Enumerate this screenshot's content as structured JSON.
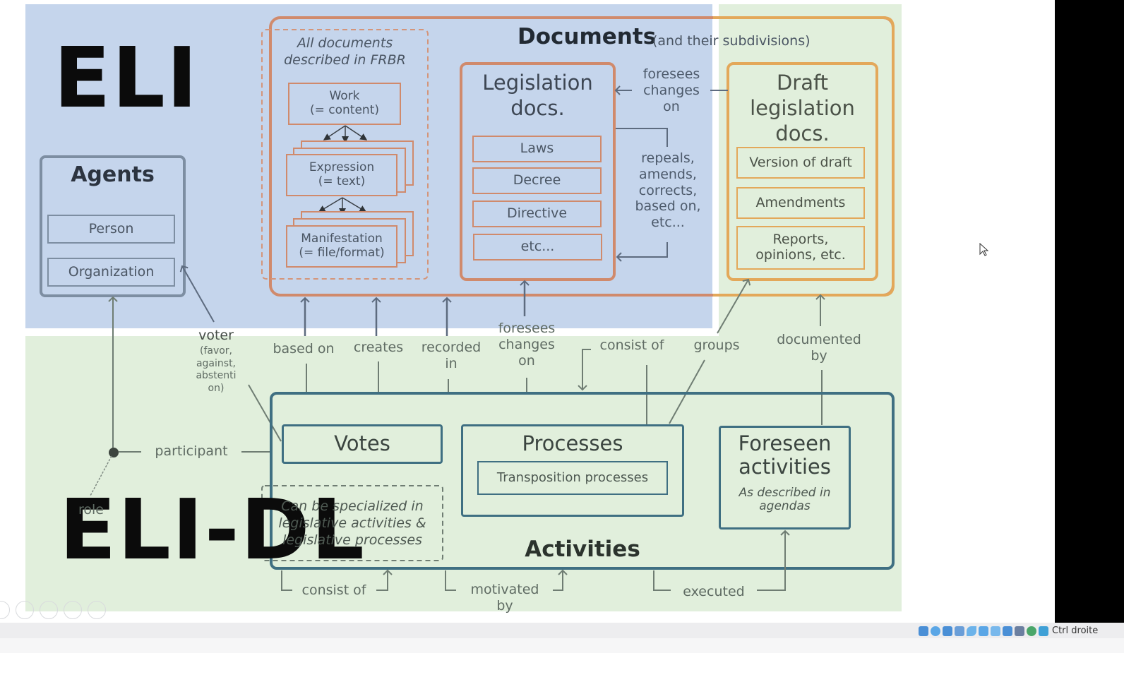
{
  "titles": {
    "eli": "ELI",
    "eli_dl": "ELI-DL"
  },
  "agents": {
    "title": "Agents",
    "items": [
      "Person",
      "Organization"
    ]
  },
  "documents": {
    "title": "Documents",
    "subtitle": "(and their subdivisions)",
    "frbr": {
      "title_line1": "All documents",
      "title_line2": "described in FRBR",
      "work": [
        "Work",
        "(= content)"
      ],
      "expression": [
        "Expression",
        "(= text)"
      ],
      "manifestation": [
        "Manifestation",
        "(= file/format)"
      ]
    },
    "legislation": {
      "title_line1": "Legislation",
      "title_line2": "docs.",
      "items": [
        "Laws",
        "Decree",
        "Directive",
        "etc..."
      ]
    },
    "draft": {
      "title_line1": "Draft",
      "title_line2": "legislation",
      "title_line3": "docs.",
      "items": [
        "Version of draft",
        "Amendments",
        "Reports, opinions, etc."
      ]
    },
    "relations": {
      "foresees": [
        "foresees",
        "changes",
        "on"
      ],
      "repeals": [
        "repeals,",
        "amends,",
        "corrects,",
        "based on,",
        "etc..."
      ]
    }
  },
  "relations": {
    "voter": "voter",
    "voter_note": [
      "(favor,",
      "against,",
      "abstenti",
      "on)"
    ],
    "based_on": "based on",
    "creates": "creates",
    "recorded_in": [
      "recorded",
      "in"
    ],
    "foresees_changes_on": [
      "foresees",
      "changes",
      "on"
    ],
    "consist_of_top": "consist of",
    "groups": "groups",
    "documented_by": [
      "documented",
      "by"
    ],
    "participant": "participant",
    "role": "role",
    "consist_of_bottom": "consist of",
    "motivated_by": [
      "motivated",
      "by"
    ],
    "executed": "executed"
  },
  "activities": {
    "title": "Activities",
    "votes": "Votes",
    "processes": "Processes",
    "transposition": "Transposition processes",
    "foreseen_line1": "Foreseen",
    "foreseen_line2": "activities",
    "foreseen_note": [
      "As described in",
      "agendas"
    ],
    "specialized_note": [
      "Can be specialized in",
      "legislative activities &",
      "legislative processes"
    ]
  },
  "statusbar": {
    "host_key": "Ctrl droite",
    "tray_icons": [
      "hard-disk-icon",
      "optical-drive-icon",
      "audio-icon",
      "network-icon",
      "usb-icon",
      "shared-folders-icon",
      "display-icon",
      "video-capture-icon",
      "cpu-icon",
      "mouse-integration-icon",
      "keyboard-icon"
    ]
  },
  "colors": {
    "eli_zone": "#c5d5ec",
    "eli_dl_zone": "#e1efdc",
    "documents_border": "#d08a6c",
    "draft_border": "#e3a85a",
    "activities_border": "#3f6f82",
    "agents_border": "#7d8ea2"
  }
}
